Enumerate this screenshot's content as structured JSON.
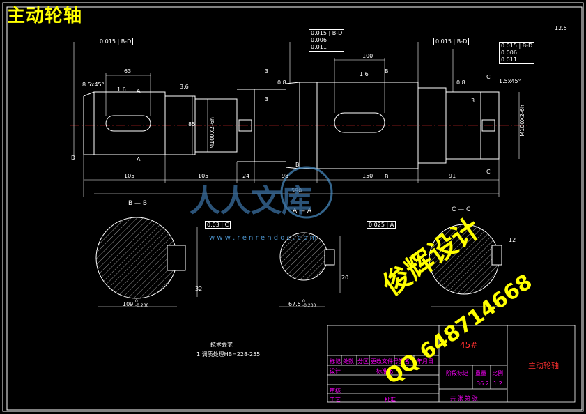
{
  "overlay_title": "主动轮轴",
  "watermark": {
    "name": "俊辉设计",
    "qq": "QQ 648714668",
    "site_logo": "人人文库",
    "site_url": "w w w . r e n r e n d o c . c o m"
  },
  "colors": {
    "background": "#000000",
    "frame": "#ffffff",
    "overlay_yellow": "#ffff00",
    "magenta": "#ff00ff",
    "red": "#ff3030",
    "cyan": "#00ffff"
  },
  "main_view": {
    "dims": {
      "d63": "63",
      "d100": "100",
      "d105a": "105",
      "d105b": "105",
      "d24": "24",
      "d98": "98",
      "d150": "150",
      "d91": "91",
      "d590": "590",
      "d85": "85",
      "d3a": "3",
      "d3b": "3",
      "d3c": "3",
      "chamfer_left": "8.5x45°",
      "chamfer_right": "1.5x45°",
      "thread_left": "M100X2-6h",
      "thread_right": "M100X2-6h"
    },
    "tolerances": {
      "tol1": "0.015",
      "tol1_ref": "B-D",
      "tol2": "0.015",
      "tol2_ref": "B-D",
      "tol2b": "0.006",
      "tol2c": "0.011",
      "tol3": "0.015",
      "tol3_ref": "B-D",
      "tol4": "0.015",
      "tol4_ref": "B-D",
      "tol4b": "0.006",
      "tol4c": "0.011"
    },
    "roughness": [
      "1.6",
      "3.6",
      "1.6",
      "0.8",
      "0.8",
      "12.5"
    ],
    "section_marks": [
      "A",
      "A",
      "B",
      "B",
      "C",
      "C"
    ],
    "datum_marks": [
      "D",
      "B"
    ]
  },
  "sections": {
    "bb": {
      "label": "B — B",
      "tol": "0.03",
      "ref": "C",
      "dim1": "109",
      "dim1_tol": "0\n-0.200",
      "dim2": "32"
    },
    "aa": {
      "label": "A — A",
      "tol": "0.025",
      "ref": "A",
      "dim1": "67.5",
      "dim1_tol": "0\n-0.200",
      "dim2": "20"
    },
    "cc": {
      "label": "C — C",
      "dim1": "12"
    }
  },
  "tech_req": {
    "heading": "技术要求",
    "line1": "1.调质处理HB=228-255"
  },
  "title_block": {
    "material": "45#",
    "part_name": "主动轮轴",
    "labels": {
      "mark": "标记",
      "count": "处数",
      "zone": "分区",
      "change_doc": "更改文件号",
      "sign": "签名",
      "date": "年月日",
      "design": "设计",
      "std": "标准化",
      "review": "审核",
      "process": "工艺",
      "approve": "批准",
      "stage_mark": "阶段标记",
      "weight": "重量",
      "scale": "比例",
      "sheets": "共   张 第   张"
    },
    "weight_val": "36.2",
    "scale_val": "1:2"
  }
}
